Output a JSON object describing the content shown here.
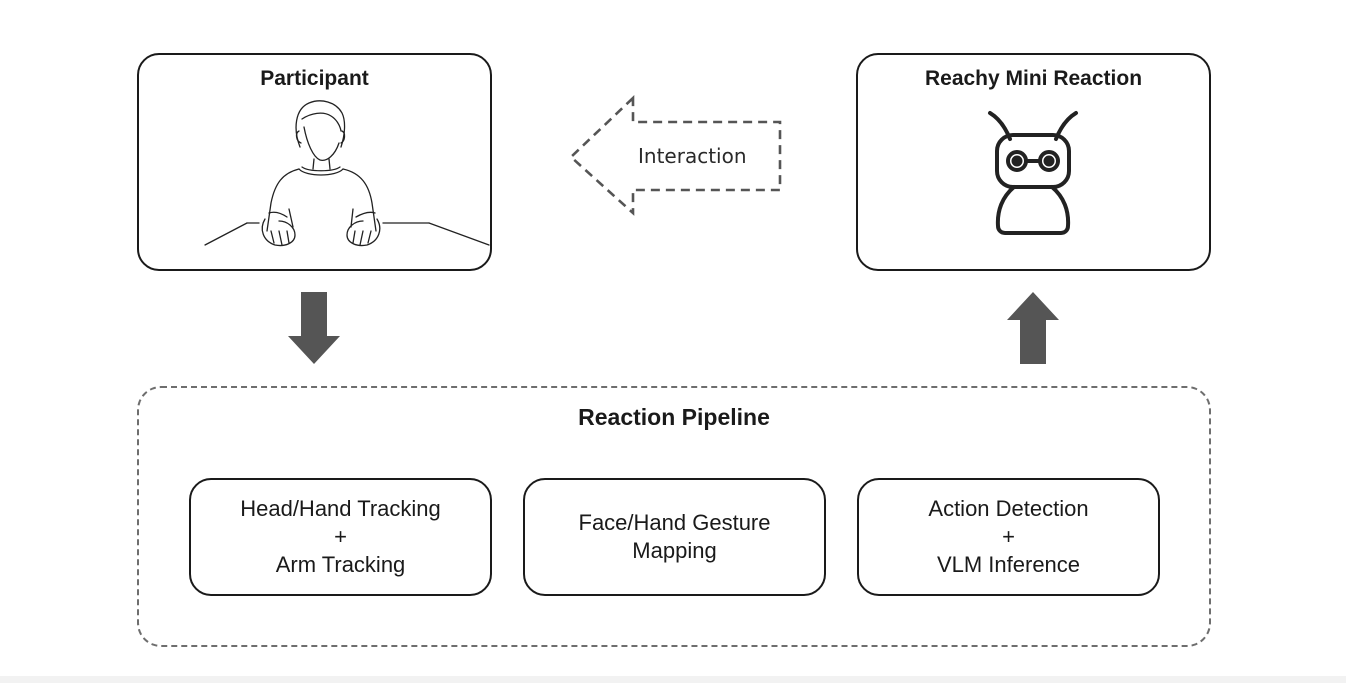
{
  "participant": {
    "title": "Participant",
    "illustration": "person-at-table-icon"
  },
  "reachy": {
    "title": "Reachy Mini Reaction",
    "illustration": "robot-icon"
  },
  "interaction": {
    "label": "Interaction"
  },
  "pipeline": {
    "title": "Reaction Pipeline",
    "stages": [
      {
        "lines": [
          "Head/Hand Tracking",
          "+",
          "Arm Tracking"
        ]
      },
      {
        "lines": [
          "Face/Hand Gesture",
          "Mapping"
        ]
      },
      {
        "lines": [
          "Action Detection",
          "+",
          "VLM Inference"
        ]
      }
    ]
  },
  "colors": {
    "arrow": "#555555",
    "outline": "#1a1a1a",
    "dashed": "#6e6e6e"
  }
}
